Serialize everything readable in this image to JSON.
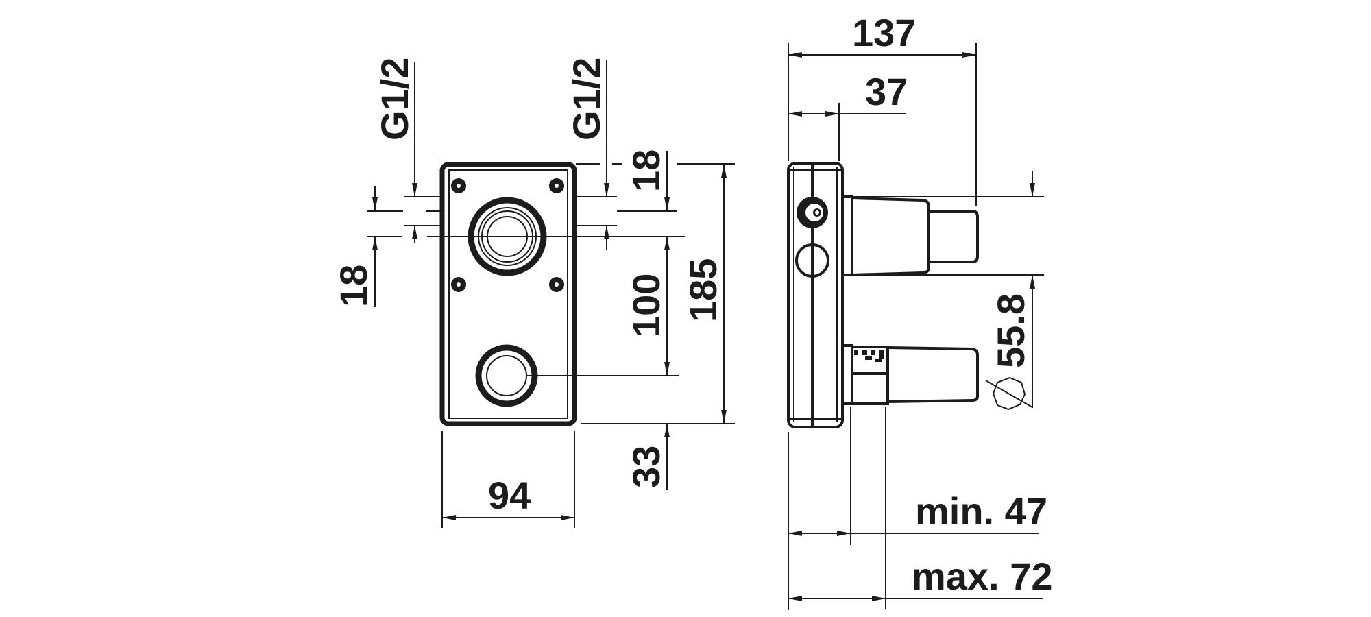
{
  "drawing": {
    "type": "technical-dimension-drawing",
    "units": "mm",
    "views": [
      "front-view",
      "side-view"
    ],
    "front_view": {
      "labels": {
        "thread_left": "G1/2",
        "thread_right": "G1/2",
        "offset_left": "18",
        "offset_right": "18",
        "inlet_spacing": "100",
        "total_height": "185",
        "bottom_offset": "33",
        "width": "94"
      }
    },
    "side_view": {
      "labels": {
        "total_depth": "137",
        "body_depth": "37",
        "diameter": "55.8",
        "min_depth": "min. 47",
        "max_depth": "max. 72"
      }
    },
    "colors": {
      "line": "#1c1c1c",
      "background": "#ffffff"
    }
  }
}
